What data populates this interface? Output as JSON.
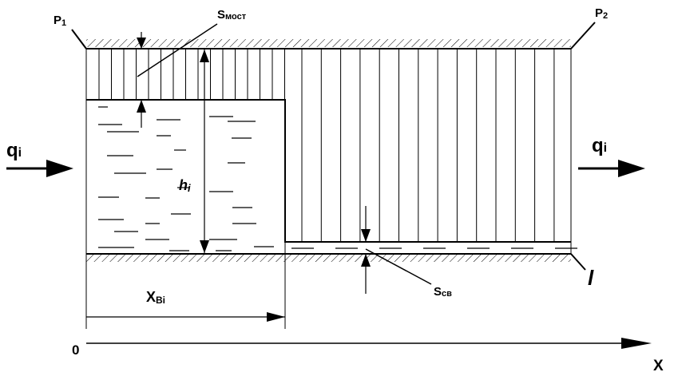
{
  "labels": {
    "p1": {
      "main": "P",
      "sub": "1"
    },
    "p2": {
      "main": "P",
      "sub": "2"
    },
    "s_most": {
      "main": "S",
      "sub": "мост"
    },
    "s_sv": {
      "main": "S",
      "sub": "св"
    },
    "q_in": {
      "main": "q",
      "sub": "i"
    },
    "q_out": {
      "main": "q",
      "sub": "i"
    },
    "h": {
      "main": "h",
      "sub": "i"
    },
    "x_b": {
      "main": "X",
      "sub": "Bi"
    },
    "origin": "0",
    "x_axis": "X",
    "l": "l"
  }
}
